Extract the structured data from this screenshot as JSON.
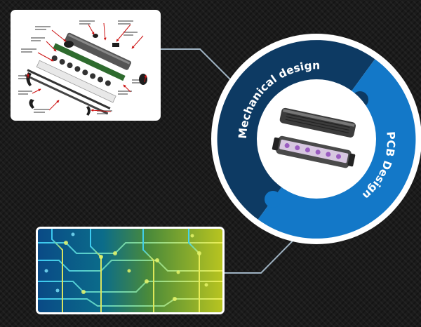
{
  "diagram": {
    "segments": [
      {
        "id": "mechanical",
        "label": "Mechanical design",
        "color": "#0d3a63"
      },
      {
        "id": "pcb",
        "label": "PCB Design",
        "color": "#1378c8"
      }
    ],
    "colors": {
      "background": "#1b1b1b",
      "ring_border": "#ffffff",
      "connector": "#9fb3c3",
      "dot": "#7fa4c3",
      "annotation_arrow": "#cc1111"
    }
  }
}
